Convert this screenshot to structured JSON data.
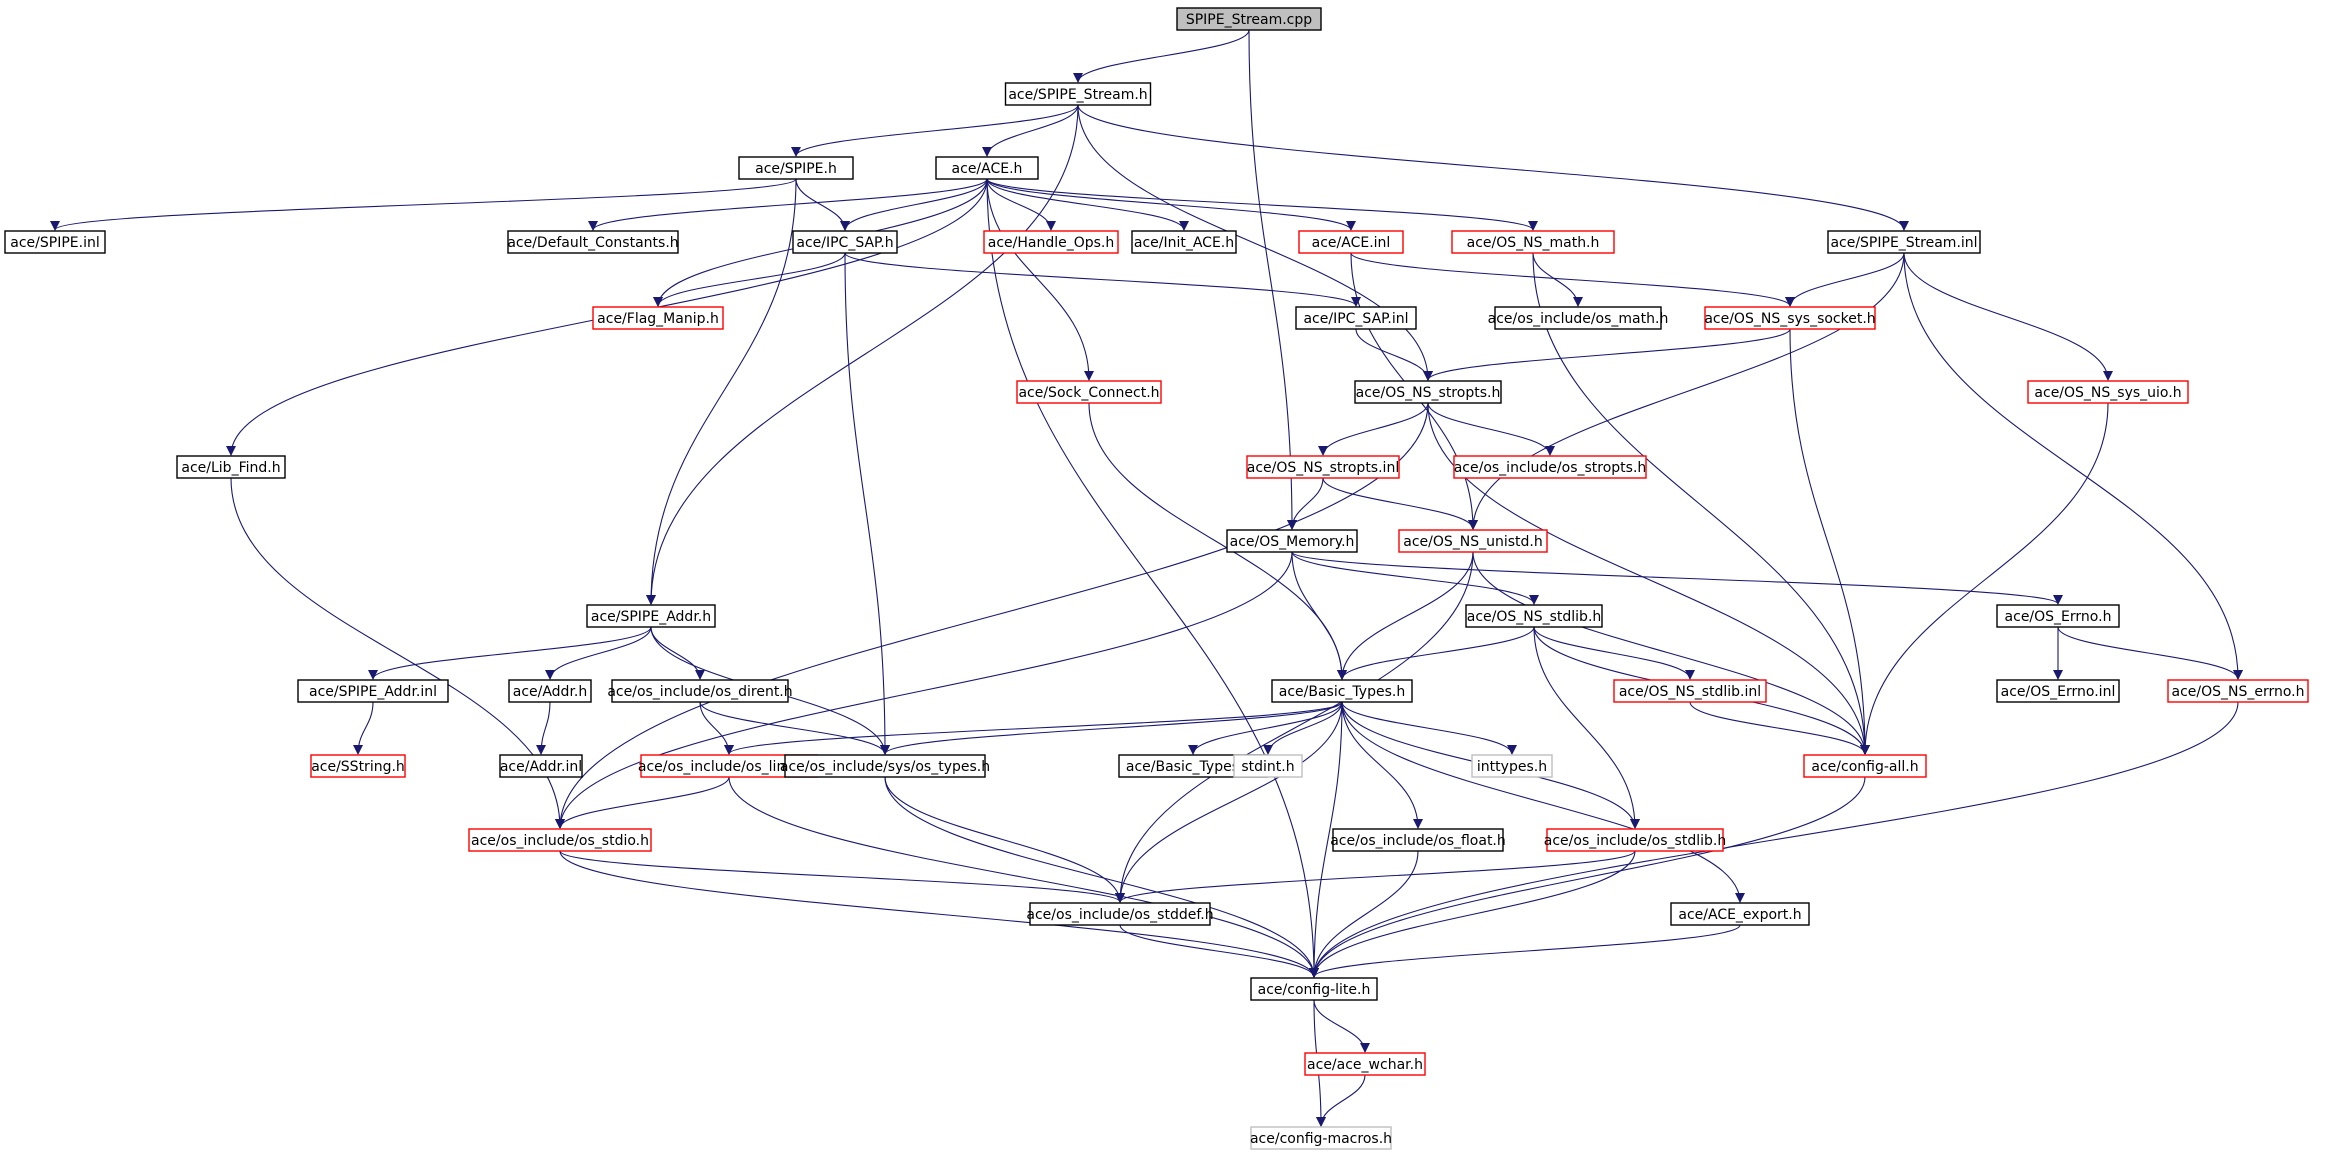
{
  "colors": {
    "edge": "#191970",
    "normal_border": "#000000",
    "incomplete_border": "#ff0000",
    "external_border": "#bfbfbf",
    "root_fill": "#bfbfbf",
    "node_fill": "#ffffff"
  },
  "nodes": [
    {
      "id": "n0",
      "label": "SPIPE_Stream.cpp",
      "kind": "root"
    },
    {
      "id": "n1",
      "label": "ace/SPIPE_Stream.h",
      "kind": "normal"
    },
    {
      "id": "n2",
      "label": "ace/SPIPE.h",
      "kind": "normal"
    },
    {
      "id": "n3",
      "label": "ace/ACE.h",
      "kind": "normal"
    },
    {
      "id": "n4",
      "label": "ace/SPIPE.inl",
      "kind": "normal"
    },
    {
      "id": "n5",
      "label": "ace/Default_Constants.h",
      "kind": "normal"
    },
    {
      "id": "n6",
      "label": "ace/IPC_SAP.h",
      "kind": "normal"
    },
    {
      "id": "n7",
      "label": "ace/Handle_Ops.h",
      "kind": "incomplete"
    },
    {
      "id": "n8",
      "label": "ace/Init_ACE.h",
      "kind": "normal"
    },
    {
      "id": "n9",
      "label": "ace/ACE.inl",
      "kind": "incomplete"
    },
    {
      "id": "n10",
      "label": "ace/OS_NS_math.h",
      "kind": "incomplete"
    },
    {
      "id": "n11",
      "label": "ace/SPIPE_Stream.inl",
      "kind": "normal"
    },
    {
      "id": "n12",
      "label": "ace/Flag_Manip.h",
      "kind": "incomplete"
    },
    {
      "id": "n13",
      "label": "ace/IPC_SAP.inl",
      "kind": "normal"
    },
    {
      "id": "n14",
      "label": "ace/os_include/os_math.h",
      "kind": "normal"
    },
    {
      "id": "n15",
      "label": "ace/OS_NS_sys_socket.h",
      "kind": "incomplete"
    },
    {
      "id": "n16",
      "label": "ace/Sock_Connect.h",
      "kind": "incomplete"
    },
    {
      "id": "n17",
      "label": "ace/OS_NS_stropts.h",
      "kind": "normal"
    },
    {
      "id": "n18",
      "label": "ace/OS_NS_sys_uio.h",
      "kind": "incomplete"
    },
    {
      "id": "n19",
      "label": "ace/Lib_Find.h",
      "kind": "normal"
    },
    {
      "id": "n20",
      "label": "ace/OS_NS_stropts.inl",
      "kind": "incomplete"
    },
    {
      "id": "n21",
      "label": "ace/os_include/os_stropts.h",
      "kind": "incomplete"
    },
    {
      "id": "n22",
      "label": "ace/OS_Memory.h",
      "kind": "normal"
    },
    {
      "id": "n23",
      "label": "ace/OS_NS_unistd.h",
      "kind": "incomplete"
    },
    {
      "id": "n24",
      "label": "ace/SPIPE_Addr.h",
      "kind": "normal"
    },
    {
      "id": "n25",
      "label": "ace/OS_NS_stdlib.h",
      "kind": "normal"
    },
    {
      "id": "n26",
      "label": "ace/OS_Errno.h",
      "kind": "normal"
    },
    {
      "id": "n27",
      "label": "ace/SPIPE_Addr.inl",
      "kind": "normal"
    },
    {
      "id": "n28",
      "label": "ace/Addr.h",
      "kind": "normal"
    },
    {
      "id": "n29",
      "label": "ace/os_include/os_dirent.h",
      "kind": "normal"
    },
    {
      "id": "n30",
      "label": "ace/Basic_Types.h",
      "kind": "normal"
    },
    {
      "id": "n31",
      "label": "ace/OS_NS_stdlib.inl",
      "kind": "incomplete"
    },
    {
      "id": "n32",
      "label": "ace/OS_Errno.inl",
      "kind": "normal"
    },
    {
      "id": "n33",
      "label": "ace/OS_NS_errno.h",
      "kind": "incomplete"
    },
    {
      "id": "n34",
      "label": "ace/SString.h",
      "kind": "incomplete"
    },
    {
      "id": "n35",
      "label": "ace/Addr.inl",
      "kind": "normal"
    },
    {
      "id": "n36",
      "label": "ace/os_include/os_limits.h",
      "kind": "incomplete"
    },
    {
      "id": "n37",
      "label": "ace/os_include/sys/os_types.h",
      "kind": "normal"
    },
    {
      "id": "n38",
      "label": "ace/Basic_Types.inl",
      "kind": "normal"
    },
    {
      "id": "n39",
      "label": "stdint.h",
      "kind": "external"
    },
    {
      "id": "n40",
      "label": "inttypes.h",
      "kind": "external"
    },
    {
      "id": "n41",
      "label": "ace/config-all.h",
      "kind": "incomplete"
    },
    {
      "id": "n42",
      "label": "ace/os_include/os_stdio.h",
      "kind": "incomplete"
    },
    {
      "id": "n43",
      "label": "ace/os_include/os_float.h",
      "kind": "normal"
    },
    {
      "id": "n44",
      "label": "ace/os_include/os_stdlib.h",
      "kind": "incomplete"
    },
    {
      "id": "n45",
      "label": "ace/os_include/os_stddef.h",
      "kind": "normal"
    },
    {
      "id": "n46",
      "label": "ace/ACE_export.h",
      "kind": "normal"
    },
    {
      "id": "n47",
      "label": "ace/config-lite.h",
      "kind": "normal"
    },
    {
      "id": "n48",
      "label": "ace/ace_wchar.h",
      "kind": "incomplete"
    },
    {
      "id": "n49",
      "label": "ace/config-macros.h",
      "kind": "external"
    }
  ],
  "edges": [
    [
      "n0",
      "n1"
    ],
    [
      "n0",
      "n22"
    ],
    [
      "n1",
      "n2"
    ],
    [
      "n1",
      "n3"
    ],
    [
      "n1",
      "n11"
    ],
    [
      "n1",
      "n17"
    ],
    [
      "n1",
      "n24"
    ],
    [
      "n2",
      "n4"
    ],
    [
      "n2",
      "n6"
    ],
    [
      "n2",
      "n24"
    ],
    [
      "n3",
      "n5"
    ],
    [
      "n3",
      "n6"
    ],
    [
      "n3",
      "n7"
    ],
    [
      "n3",
      "n8"
    ],
    [
      "n3",
      "n9"
    ],
    [
      "n3",
      "n10"
    ],
    [
      "n3",
      "n12"
    ],
    [
      "n3",
      "n16"
    ],
    [
      "n3",
      "n19"
    ],
    [
      "n3",
      "n47"
    ],
    [
      "n6",
      "n12"
    ],
    [
      "n6",
      "n13"
    ],
    [
      "n6",
      "n37"
    ],
    [
      "n9",
      "n15"
    ],
    [
      "n9",
      "n23"
    ],
    [
      "n10",
      "n14"
    ],
    [
      "n10",
      "n41"
    ],
    [
      "n11",
      "n15"
    ],
    [
      "n11",
      "n18"
    ],
    [
      "n11",
      "n23"
    ],
    [
      "n11",
      "n33"
    ],
    [
      "n13",
      "n17"
    ],
    [
      "n15",
      "n17"
    ],
    [
      "n15",
      "n41"
    ],
    [
      "n16",
      "n30"
    ],
    [
      "n17",
      "n20"
    ],
    [
      "n17",
      "n21"
    ],
    [
      "n17",
      "n41"
    ],
    [
      "n17",
      "n42"
    ],
    [
      "n18",
      "n41"
    ],
    [
      "n19",
      "n42"
    ],
    [
      "n20",
      "n22"
    ],
    [
      "n20",
      "n23"
    ],
    [
      "n22",
      "n25"
    ],
    [
      "n22",
      "n26"
    ],
    [
      "n22",
      "n30"
    ],
    [
      "n22",
      "n42"
    ],
    [
      "n23",
      "n30"
    ],
    [
      "n23",
      "n41"
    ],
    [
      "n23",
      "n45"
    ],
    [
      "n24",
      "n27"
    ],
    [
      "n24",
      "n28"
    ],
    [
      "n24",
      "n29"
    ],
    [
      "n24",
      "n37"
    ],
    [
      "n25",
      "n30"
    ],
    [
      "n25",
      "n31"
    ],
    [
      "n25",
      "n41"
    ],
    [
      "n25",
      "n44"
    ],
    [
      "n26",
      "n32"
    ],
    [
      "n26",
      "n33"
    ],
    [
      "n27",
      "n34"
    ],
    [
      "n28",
      "n35"
    ],
    [
      "n29",
      "n36"
    ],
    [
      "n29",
      "n37"
    ],
    [
      "n30",
      "n36"
    ],
    [
      "n30",
      "n37"
    ],
    [
      "n30",
      "n38"
    ],
    [
      "n30",
      "n39"
    ],
    [
      "n30",
      "n40"
    ],
    [
      "n30",
      "n43"
    ],
    [
      "n30",
      "n44"
    ],
    [
      "n30",
      "n45"
    ],
    [
      "n30",
      "n46"
    ],
    [
      "n30",
      "n47"
    ],
    [
      "n31",
      "n41"
    ],
    [
      "n33",
      "n47"
    ],
    [
      "n36",
      "n42"
    ],
    [
      "n36",
      "n47"
    ],
    [
      "n37",
      "n45"
    ],
    [
      "n37",
      "n47"
    ],
    [
      "n41",
      "n47"
    ],
    [
      "n42",
      "n45"
    ],
    [
      "n42",
      "n47"
    ],
    [
      "n43",
      "n47"
    ],
    [
      "n44",
      "n45"
    ],
    [
      "n44",
      "n47"
    ],
    [
      "n45",
      "n47"
    ],
    [
      "n46",
      "n47"
    ],
    [
      "n47",
      "n48"
    ],
    [
      "n47",
      "n49"
    ],
    [
      "n48",
      "n49"
    ]
  ]
}
